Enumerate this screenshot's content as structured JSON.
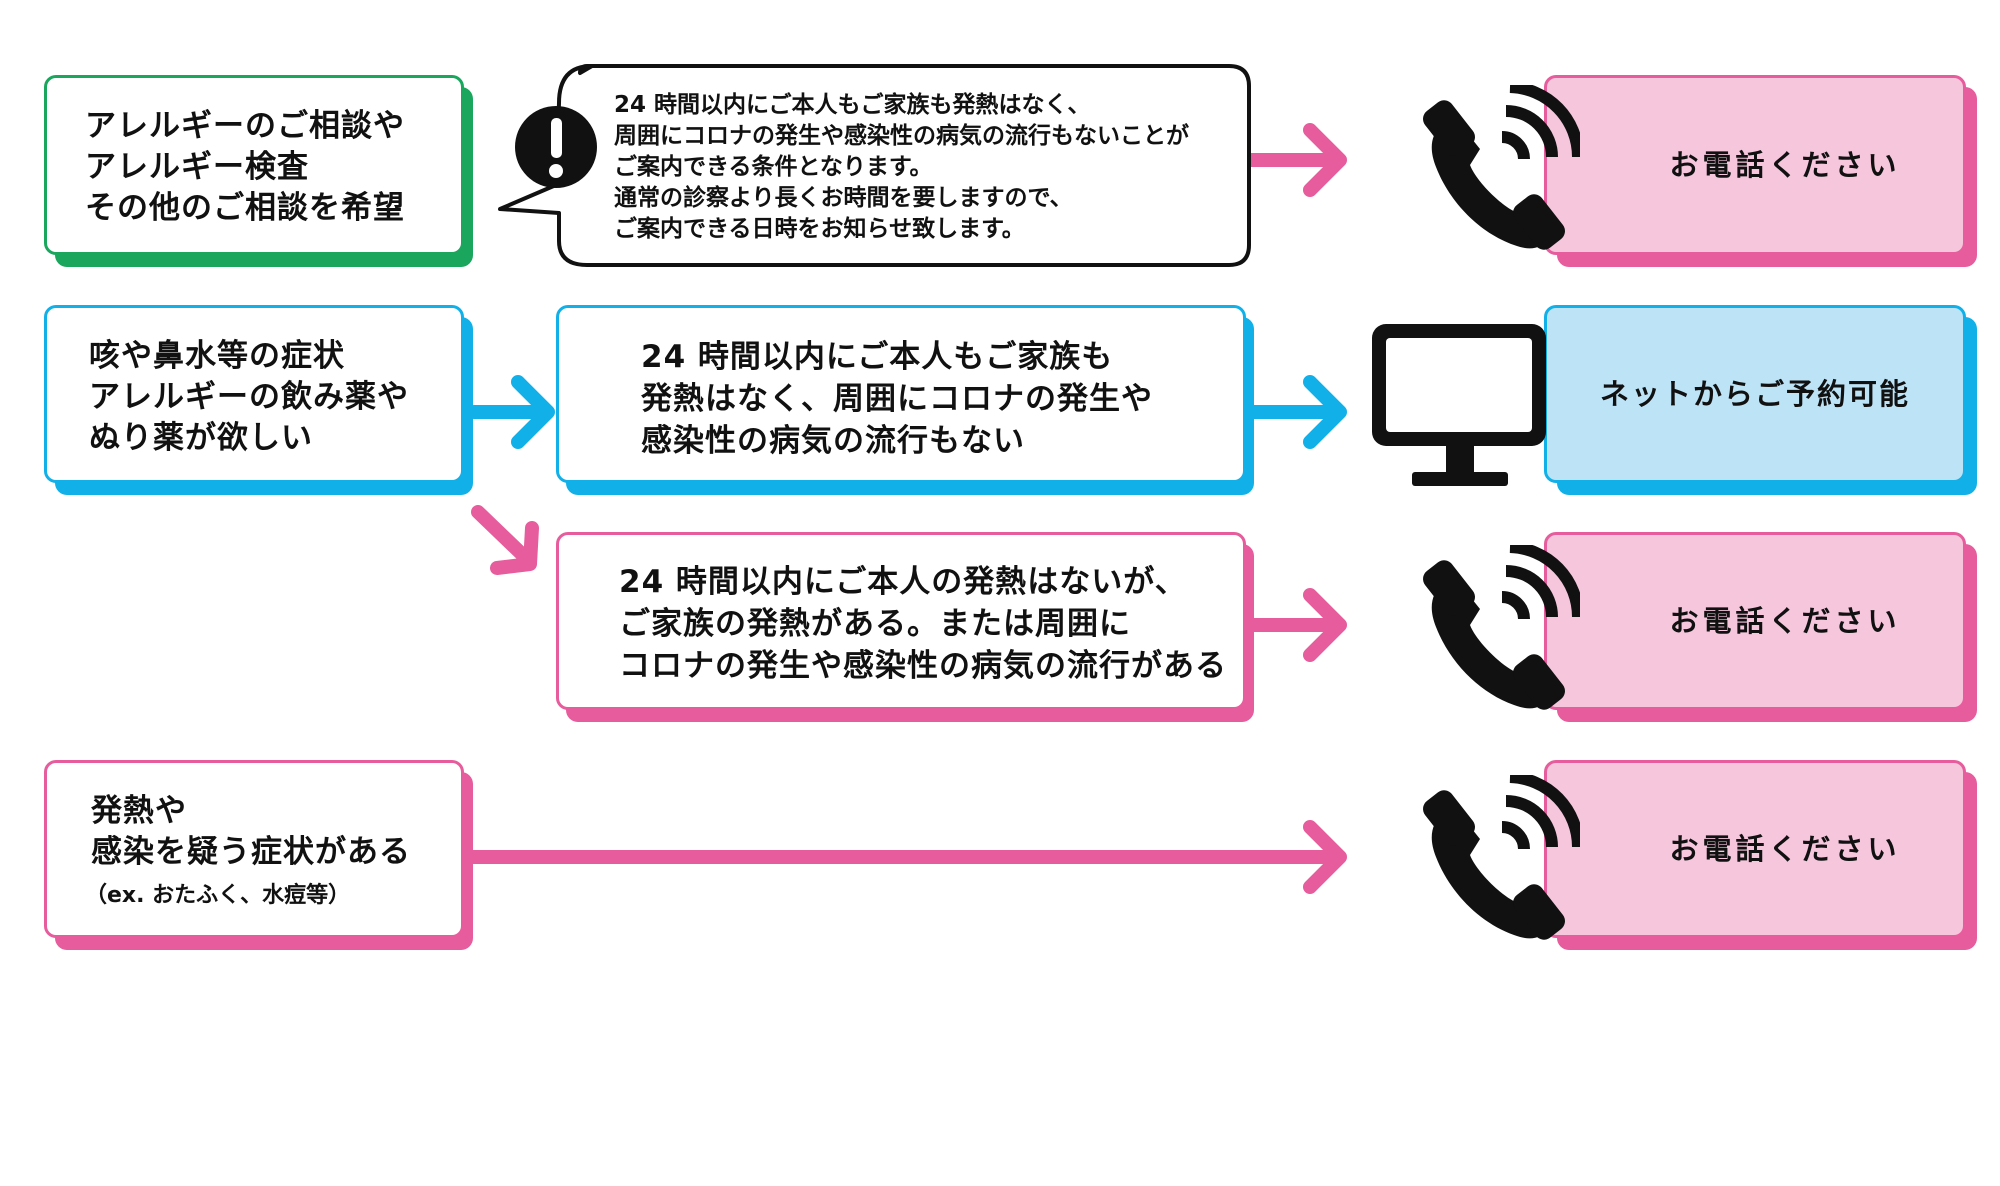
{
  "colors": {
    "green": "#1aa65c",
    "blue": "#12b0e8",
    "pink": "#e65c9c",
    "pink_fill": "#f5c6dc",
    "blue_fill": "#bde3f6",
    "black": "#111111"
  },
  "rows": {
    "consult": {
      "lines": [
        "アレルギーのご相談や",
        "アレルギー検査",
        "その他のご相談を希望"
      ],
      "notice_lines": [
        "24 時間以内にご本人もご家族も発熱はなく、",
        "周囲にコロナの発生や感染性の病気の流行もないことが",
        "ご案内できる条件となります。",
        "通常の診察より長くお時間を要しますので、",
        "ご案内できる日時をお知らせ致します。"
      ],
      "notice_icon": "exclamation-icon",
      "result_icon": "phone-icon",
      "result": "お電話ください"
    },
    "symptoms": {
      "lines": [
        "咳や鼻水等の症状",
        "アレルギーの飲み薬や",
        "ぬり薬が欲しい"
      ],
      "no_fever_lines": [
        "24 時間以内にご本人もご家族も",
        "発熱はなく、周囲にコロナの発生や",
        "感染性の病気の流行もない"
      ],
      "no_fever_icon": "monitor-icon",
      "no_fever_result": "ネットからご予約可能",
      "family_fever_lines": [
        "24 時間以内にご本人の発熱はないが、",
        "ご家族の発熱がある。または周囲に",
        "コロナの発生や感染性の病気の流行がある"
      ],
      "family_fever_icon": "phone-icon",
      "family_fever_result": "お電話ください"
    },
    "fever": {
      "lines": [
        "発熱や",
        "感染を疑う症状がある"
      ],
      "note": "（ex. おたふく、水痘等）",
      "result_icon": "phone-icon",
      "result": "お電話ください"
    }
  }
}
